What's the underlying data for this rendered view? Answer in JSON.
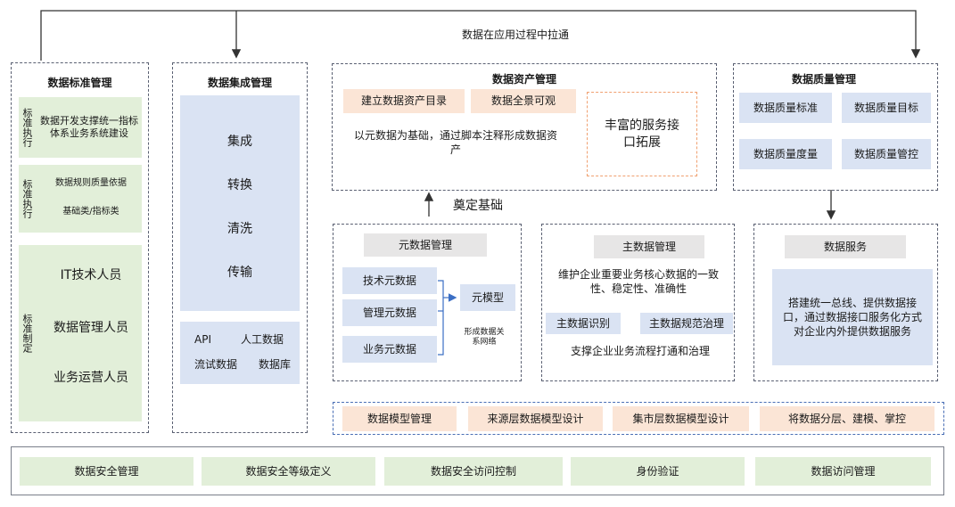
{
  "top_label": "数据在应用过程中拉通",
  "foundation_label": "奠定基础",
  "standards": {
    "title": "数据标准管理",
    "rows": [
      {
        "label": "标准执行",
        "text": "数据开发支撑统一指标体系业务系统建设"
      },
      {
        "label": "标准执行",
        "lines": [
          "数据规则质量依据",
          "基础类/指标类"
        ]
      },
      {
        "label": "标准制定",
        "people": [
          "IT技术人员",
          "数据管理人员",
          "业务运营人员"
        ]
      }
    ]
  },
  "integration": {
    "title": "数据集成管理",
    "items": [
      "集成",
      "转换",
      "清洗",
      "传输"
    ],
    "sources_row1": [
      "API",
      "人工数据"
    ],
    "sources_row2": [
      "流试数据",
      "数据库"
    ]
  },
  "asset": {
    "title": "数据资产管理",
    "tag1": "建立数据资产目录",
    "tag2": "数据全景可观",
    "desc": "以元数据为基础，通过脚本注释形成数据资产",
    "service": "丰富的服务接口拓展"
  },
  "quality": {
    "title": "数据质量管理",
    "items": [
      "数据质量标准",
      "数据质量目标",
      "数据质量度量",
      "数据质量管控"
    ]
  },
  "metadata": {
    "title": "元数据管理",
    "items": [
      "技术元数据",
      "管理元数据",
      "业务元数据"
    ],
    "model": "元模型",
    "note": "形成数据关系网络"
  },
  "master": {
    "title": "主数据管理",
    "desc": "维护企业重要业务核心数据的一致性、稳定性、准确性",
    "tag1": "主数据识别",
    "tag2": "主数据规范治理",
    "bottom": "支撑企业业务流程打通和治理"
  },
  "service": {
    "title": "数据服务",
    "desc": "搭建统一总线、提供数据接口，通过数据接口服务化方式对企业内外提供数据服务"
  },
  "model_row": [
    "数据模型管理",
    "来源层数据模型设计",
    "集市层数据模型设计",
    "将数据分层、建模、掌控"
  ],
  "security_row": [
    "数据安全管理",
    "数据安全等级定义",
    "数据安全访问控制",
    "身份验证",
    "数据访问管理"
  ],
  "colors": {
    "green": "#e2efd9",
    "blue": "#dae3f3",
    "peach": "#fbe5d6",
    "gray": "#e7e6e6",
    "dashed_border": "#5a6072",
    "orange_dash": "#f0a070"
  }
}
